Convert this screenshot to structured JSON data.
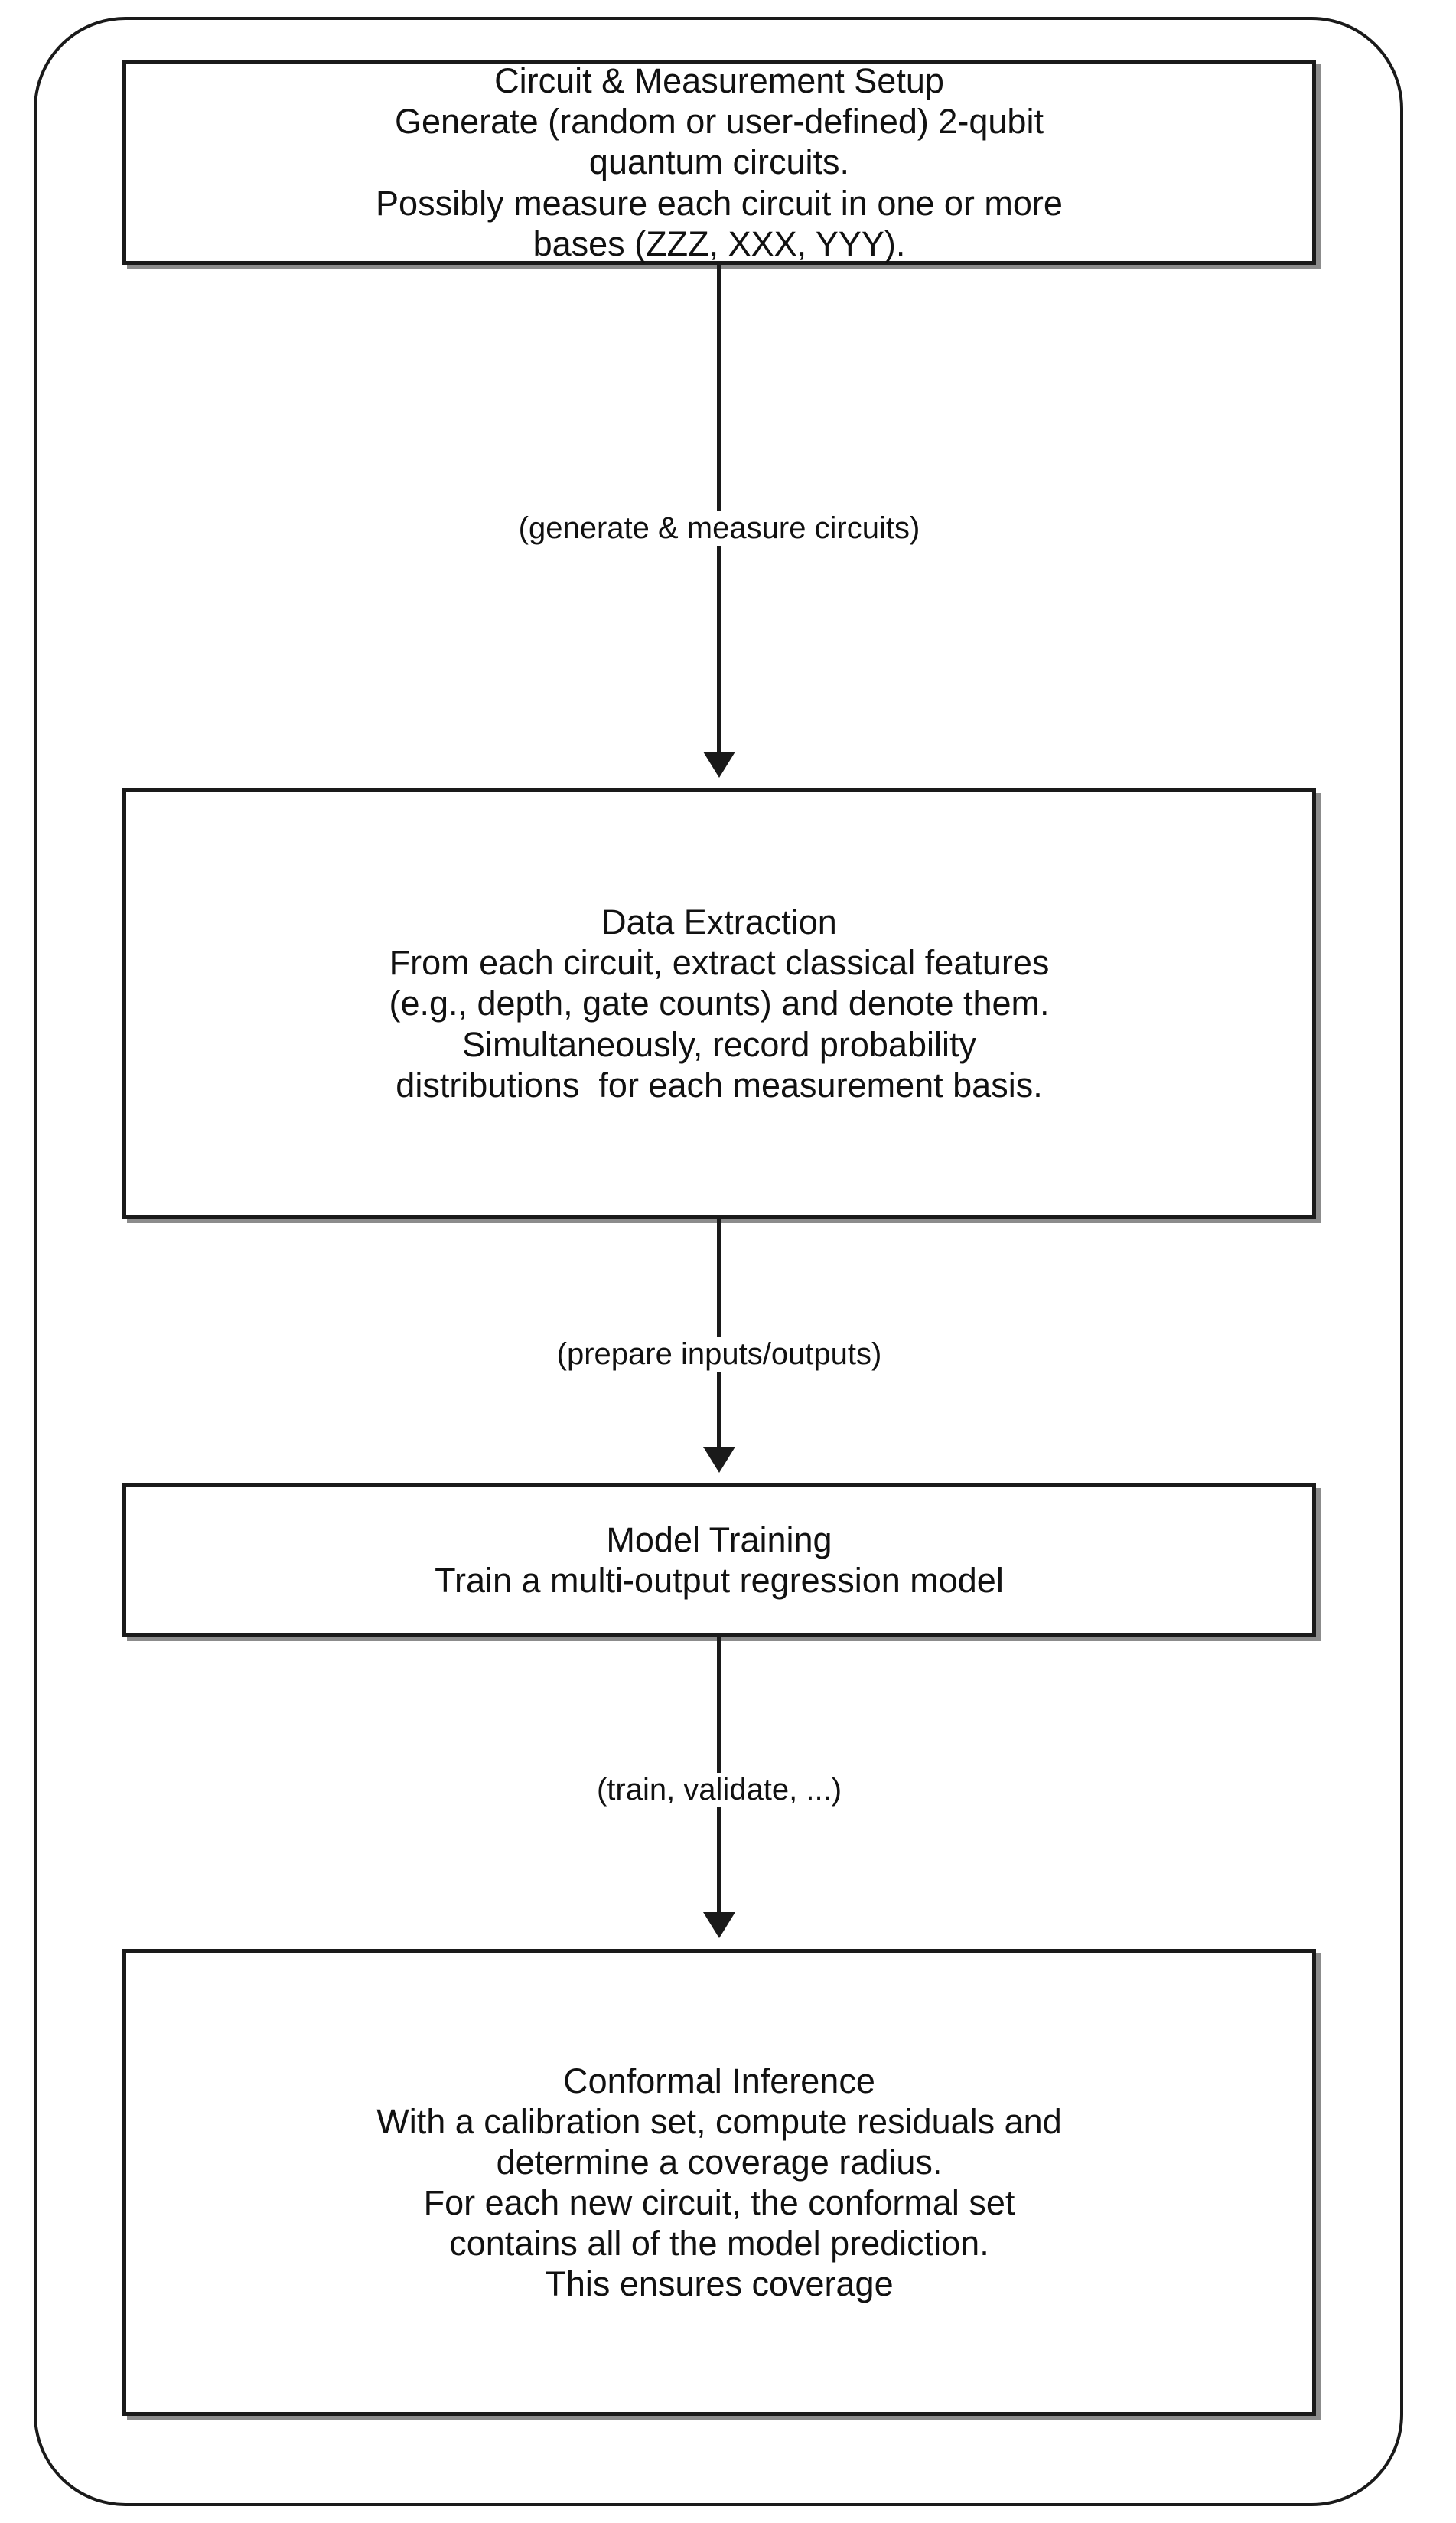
{
  "diagram": {
    "type": "flowchart",
    "orientation": "vertical",
    "colors": {
      "stroke": "#1a1a1a",
      "text": "#111111",
      "background": "#ffffff",
      "shadow": "#787878"
    },
    "nodes": [
      {
        "id": "circuit-measurement-setup",
        "title": "Circuit & Measurement Setup",
        "lines": [
          "Generate (random or user-defined) 2-qubit",
          "quantum circuits.",
          "Possibly measure each circuit in one or more",
          "bases (ZZZ, XXX, YYY)."
        ]
      },
      {
        "id": "data-extraction",
        "title": "Data Extraction",
        "lines": [
          "From each circuit, extract classical features",
          "(e.g., depth, gate counts) and denote them.",
          "Simultaneously, record probability",
          "distributions  for each measurement basis."
        ]
      },
      {
        "id": "model-training",
        "title": "Model Training",
        "lines": [
          "Train a multi-output regression model"
        ]
      },
      {
        "id": "conformal-inference",
        "title": "Conformal Inference",
        "lines": [
          "With a calibration set, compute residuals and",
          "determine a coverage radius.",
          "For each new circuit, the conformal set",
          "contains all of the model prediction.",
          "This ensures coverage"
        ]
      }
    ],
    "connectors": [
      {
        "id": "setup-to-extraction",
        "label": "(generate & measure circuits)"
      },
      {
        "id": "extraction-to-training",
        "label": "(prepare inputs/outputs)"
      },
      {
        "id": "training-to-inference",
        "label": "(train, validate, ...)"
      }
    ]
  }
}
